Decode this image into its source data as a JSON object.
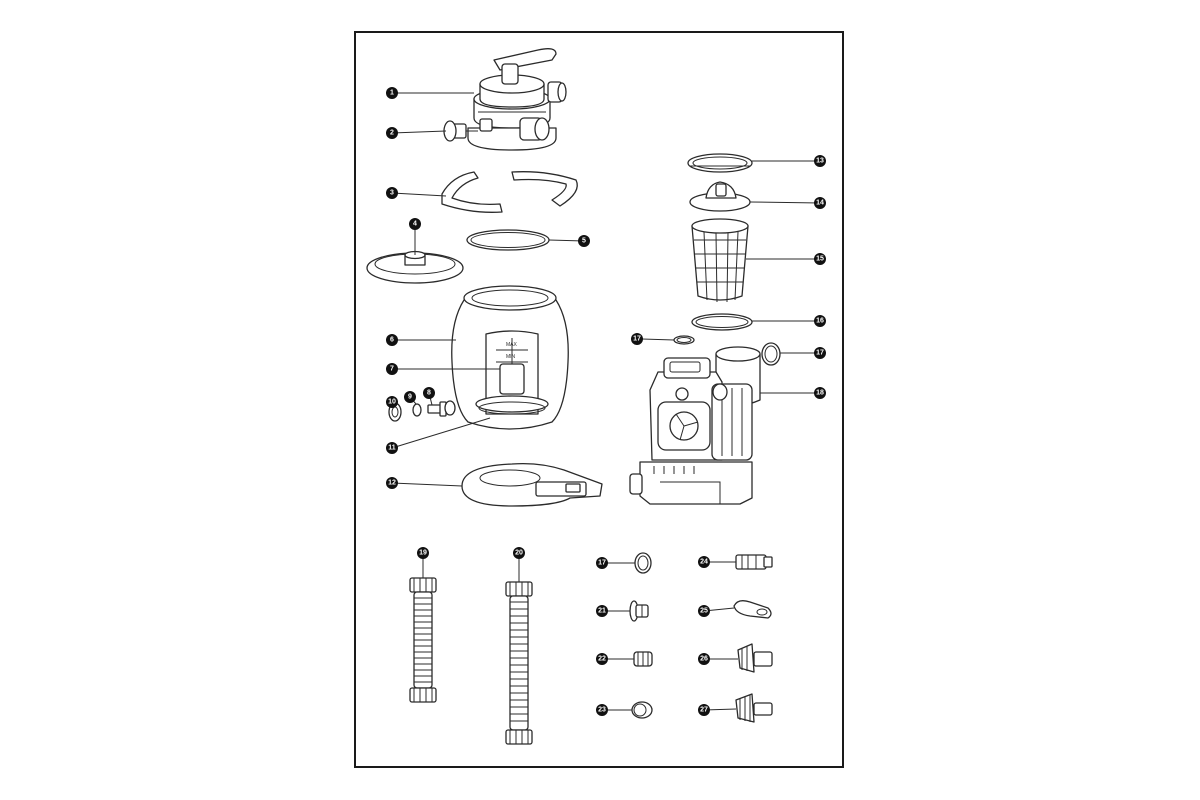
{
  "diagram": {
    "gauge_labels": {
      "max": "MAX",
      "min": "MIN"
    },
    "callouts": [
      {
        "id": "c1",
        "label": "1"
      },
      {
        "id": "c2",
        "label": "2"
      },
      {
        "id": "c3",
        "label": "3"
      },
      {
        "id": "c4",
        "label": "4"
      },
      {
        "id": "c5",
        "label": "5"
      },
      {
        "id": "c6",
        "label": "6"
      },
      {
        "id": "c7",
        "label": "7"
      },
      {
        "id": "c8",
        "label": "8"
      },
      {
        "id": "c9",
        "label": "9"
      },
      {
        "id": "c10",
        "label": "10"
      },
      {
        "id": "c11",
        "label": "11"
      },
      {
        "id": "c12",
        "label": "12"
      },
      {
        "id": "c13",
        "label": "13"
      },
      {
        "id": "c14",
        "label": "14"
      },
      {
        "id": "c15",
        "label": "15"
      },
      {
        "id": "c16",
        "label": "16"
      },
      {
        "id": "c17a",
        "label": "17"
      },
      {
        "id": "c17b",
        "label": "17"
      },
      {
        "id": "c18",
        "label": "18"
      },
      {
        "id": "c19",
        "label": "19"
      },
      {
        "id": "c20",
        "label": "20"
      },
      {
        "id": "c17c",
        "label": "17"
      },
      {
        "id": "c21",
        "label": "21"
      },
      {
        "id": "c22",
        "label": "22"
      },
      {
        "id": "c23",
        "label": "23"
      },
      {
        "id": "c24",
        "label": "24"
      },
      {
        "id": "c25",
        "label": "25"
      },
      {
        "id": "c26",
        "label": "26"
      },
      {
        "id": "c27",
        "label": "27"
      }
    ]
  }
}
